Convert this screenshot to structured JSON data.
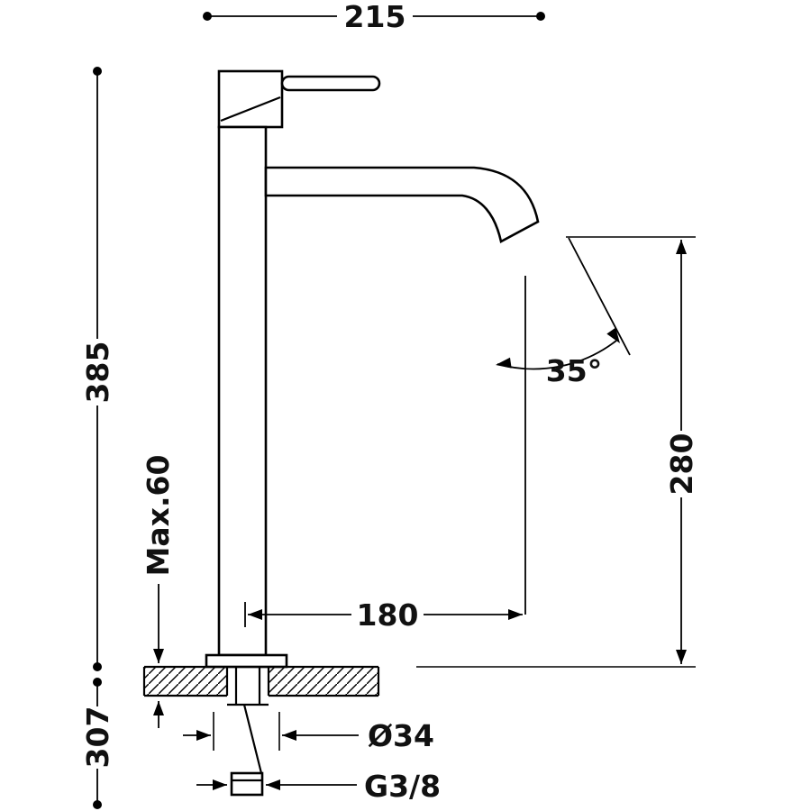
{
  "drawing": {
    "line_color": "#000000",
    "background_color": "#ffffff"
  },
  "labels": {
    "overall_depth": "215",
    "overall_height": "385",
    "max_mounting_thickness": "Max.60",
    "under_counter_depth": "307",
    "spout_reach": "180",
    "outlet_height": "280",
    "spray_angle": "35°",
    "hole_diameter": "Ø34",
    "connection_thread": "G3/8"
  }
}
